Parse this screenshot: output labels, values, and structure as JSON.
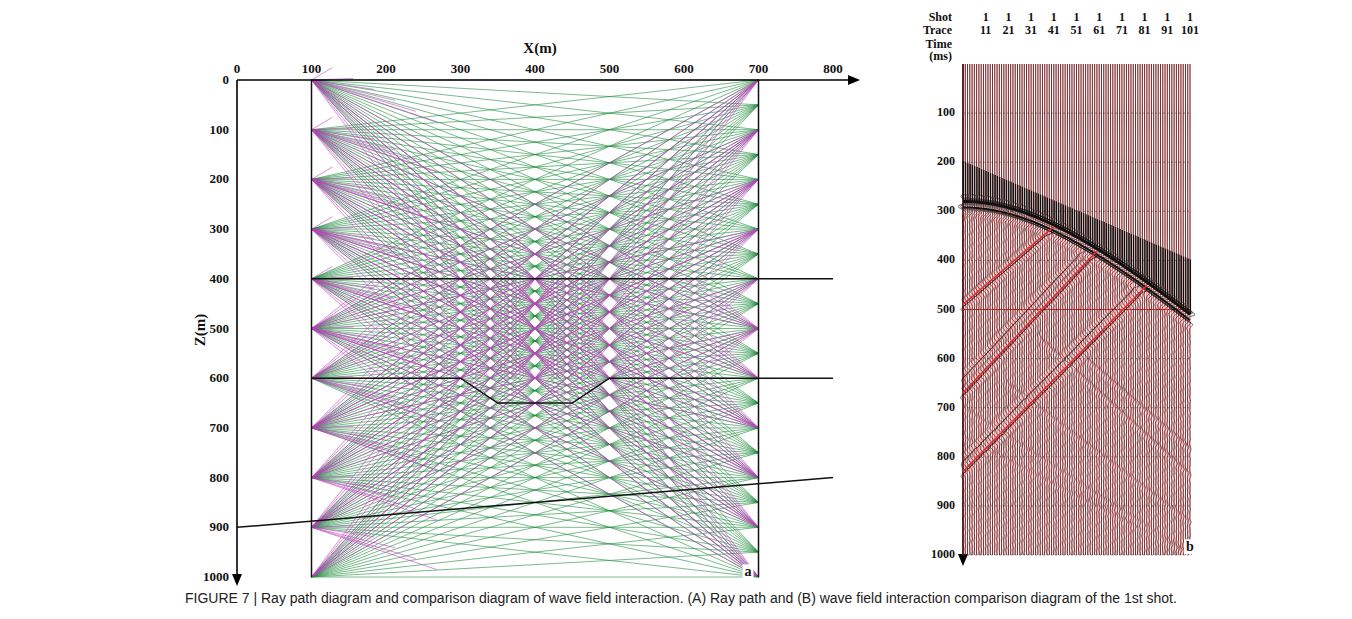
{
  "diagram": {
    "caption": "FIGURE 7 | Ray path diagram and comparison diagram of wave field interaction. (A) Ray path and (B) wave field interaction comparison diagram of the 1st shot.",
    "labels": [
      "X(m)",
      "0",
      "100",
      "200",
      "300",
      "400",
      "500",
      "600",
      "700",
      "800",
      "0",
      "100",
      "200",
      "300",
      "400",
      "500",
      "600",
      "700",
      "800",
      "900",
      "1000",
      "Z(m)",
      "a",
      "Shot",
      "Trace",
      "Time",
      "(ms)",
      "1",
      "1",
      "1",
      "1",
      "1",
      "1",
      "1",
      "1",
      "1",
      "1",
      "11",
      "21",
      "31",
      "41",
      "51",
      "61",
      "71",
      "81",
      "91",
      "101",
      "100",
      "200",
      "300",
      "400",
      "500",
      "600",
      "700",
      "800",
      "900",
      "1000",
      "b"
    ]
  }
}
